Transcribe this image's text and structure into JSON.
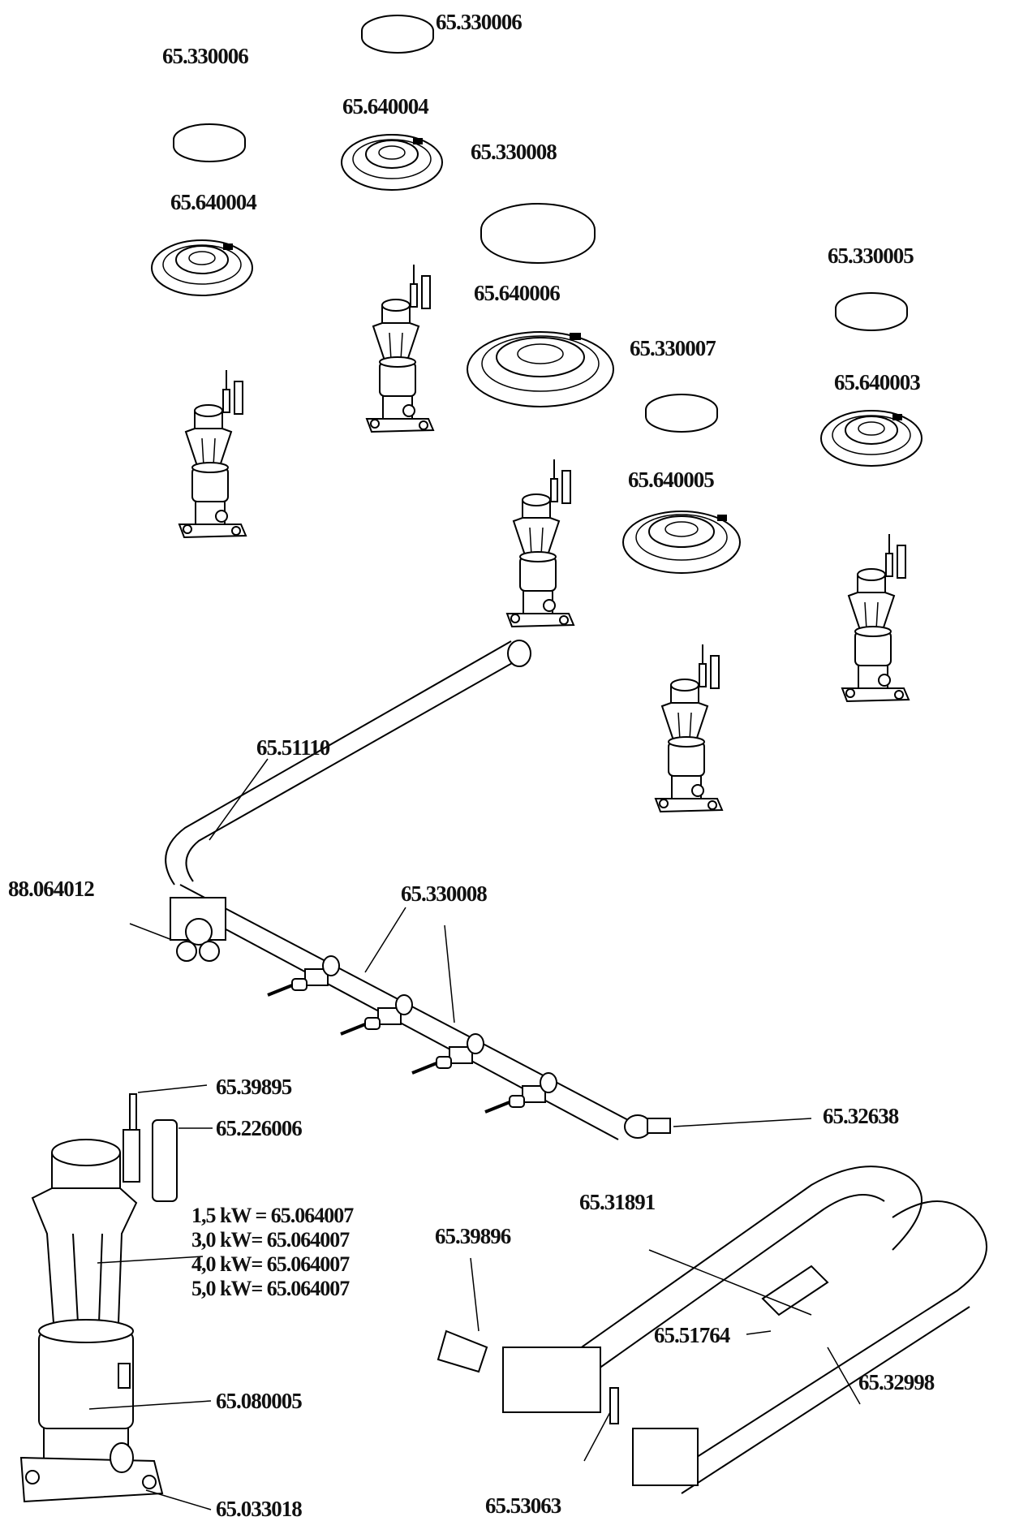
{
  "diagram": {
    "labels": {
      "cap_top": "65.330006",
      "cap_left": "65.330006",
      "ring_mid": "65.640004",
      "cap_large_label": "65.330008",
      "ring_left": "65.640004",
      "cap_right": "65.330005",
      "ring_large": "65.640006",
      "cap_mid_right": "65.330007",
      "ring_right": "65.640003",
      "ring_mid_right": "65.640005",
      "pipe": "65.51110",
      "valve": "88.064012",
      "manifold": "65.330008",
      "electrode": "65.39895",
      "thermocouple": "65.226006",
      "kw1": "1,5 kW = 65.064007",
      "kw2": "3,0 kW= 65.064007",
      "kw3": "4,0 kW= 65.064007",
      "kw4": "5,0 kW= 65.064007",
      "fitting": "65.32638",
      "grill_burner": "65.31891",
      "electrode2": "65.39896",
      "nozzle": "65.51764",
      "grill_tube": "65.32998",
      "body": "65.080005",
      "base": "65.033018",
      "ignition": "65.53063"
    }
  }
}
